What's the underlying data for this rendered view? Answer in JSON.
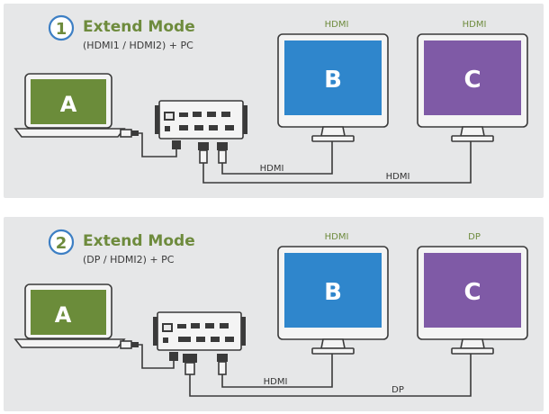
{
  "colors": {
    "panel_bg": "#e6e7e8",
    "screen_a": "#6b8c3a",
    "screen_b": "#2f86cc",
    "screen_c": "#7f5aa6",
    "accent_title": "#6e8b3d",
    "circle_stroke": "#3d7fc4"
  },
  "panels": [
    {
      "number": "1",
      "title": "Extend Mode",
      "subtitle": "(HDMI1 / HDMI2) + PC",
      "device_a_label": "A",
      "monitor_b_label": "B",
      "monitor_c_label": "C",
      "monitor_b_port": "HDMI",
      "monitor_c_port": "HDMI",
      "cable_b_label": "HDMI",
      "cable_c_label": "HDMI"
    },
    {
      "number": "2",
      "title": "Extend Mode",
      "subtitle": "(DP / HDMI2) + PC",
      "device_a_label": "A",
      "monitor_b_label": "B",
      "monitor_c_label": "C",
      "monitor_b_port": "HDMI",
      "monitor_c_port": "DP",
      "cable_b_label": "HDMI",
      "cable_c_label": "DP"
    }
  ]
}
